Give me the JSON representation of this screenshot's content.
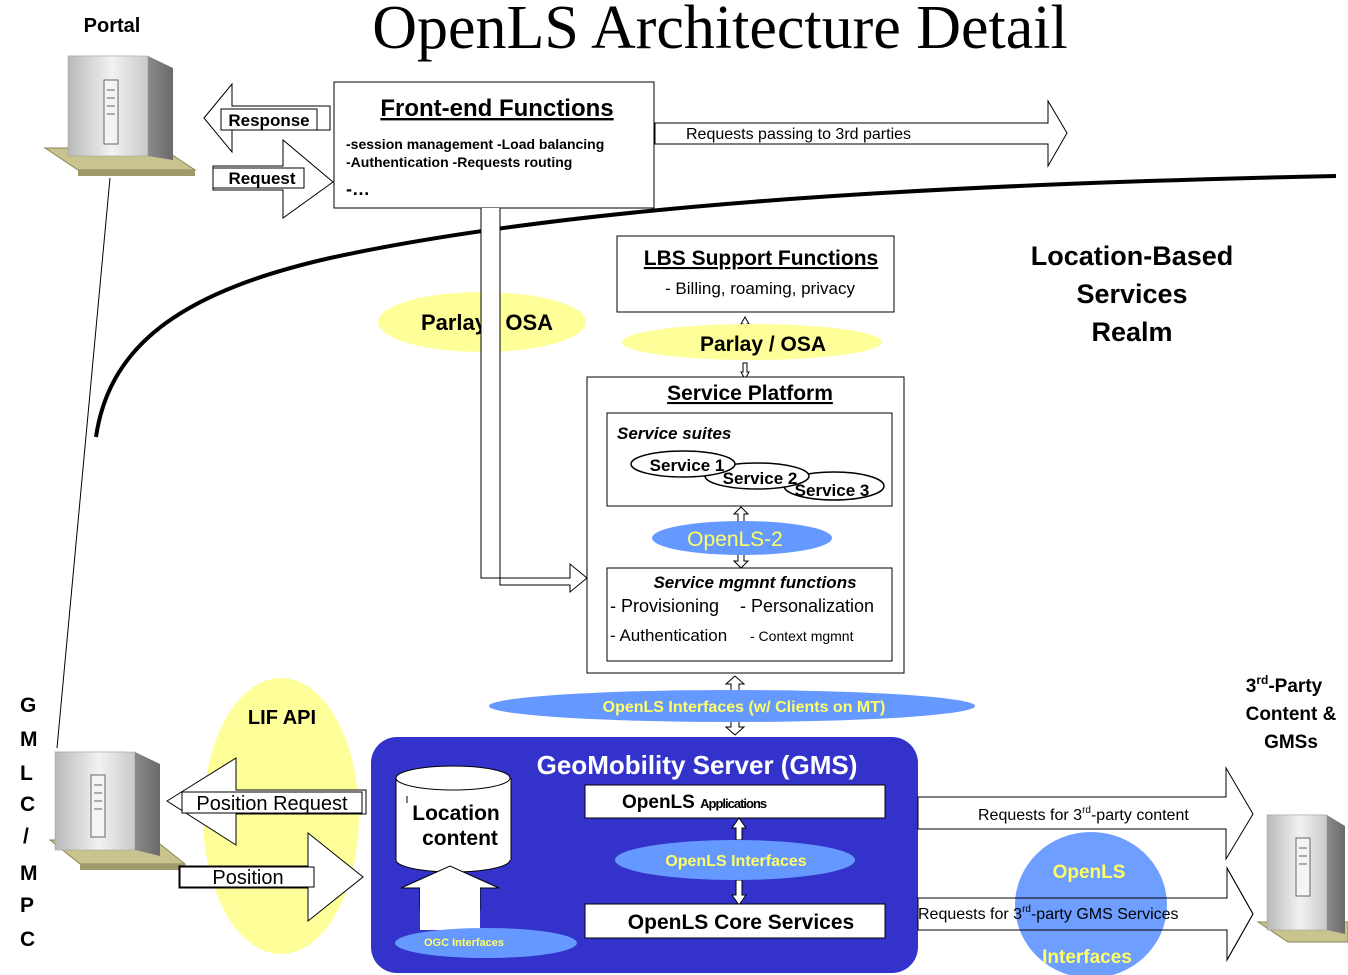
{
  "title": "OpenLS Architecture Detail",
  "portal": {
    "label": "Portal"
  },
  "frontend": {
    "title": "Front-end Functions",
    "line1": "-session management -Load balancing",
    "line2": "-Authentication -Requests routing",
    "line3": "-…"
  },
  "arrows": {
    "response": "Response",
    "request": "Request",
    "third_parties": "Requests passing to 3rd parties",
    "position_request": "Position Request",
    "position": "Position"
  },
  "parlay_left": "Parlay / OSA",
  "parlay_right": "Parlay / OSA",
  "lbs": {
    "title": "LBS Support Functions",
    "line": "- Billing, roaming, privacy"
  },
  "realm": {
    "line1": "Location-Based",
    "line2": "Services",
    "line3": "Realm"
  },
  "platform": {
    "title": "Service Platform",
    "suites_title": "Service suites",
    "service1": "Service 1",
    "service2": "Service 2",
    "service3": "Service 3",
    "openls2": "OpenLS-2",
    "mgmt_title": "Service mgmnt functions",
    "provisioning": "- Provisioning",
    "personalization": "- Personalization",
    "authentication": "- Authentication",
    "context": "- Context mgmnt"
  },
  "openls_interfaces_clients": "OpenLS Interfaces (w/ Clients on MT)",
  "gmlc": {
    "letters": [
      "G",
      "M",
      "L",
      "C",
      "/",
      "M",
      "P",
      "C"
    ]
  },
  "lif_api": "LIF API",
  "gms": {
    "title": "GeoMobility Server (GMS)",
    "location_line1": "Location",
    "location_line2": "content",
    "applications_a": "OpenLS ",
    "applications_b": "Applications",
    "interfaces": "OpenLS Interfaces",
    "core": "OpenLS Core Services",
    "ogc": "OGC Interfaces"
  },
  "third_party": {
    "line1_pre": "3",
    "line1_sup": "rd",
    "line1_post": "-Party",
    "line2": "Content &",
    "line3": "GMSs",
    "content_pre": "Requests for 3",
    "content_sup": "rd",
    "content_post": "-party content",
    "gms_pre": "Requests for 3",
    "gms_sup": "rd",
    "gms_post": "-party GMS Services",
    "openls_top": "OpenLS",
    "openls_bottom": "Interfaces"
  },
  "colors": {
    "yellow": "#ffff99",
    "light_blue": "#6699ff",
    "gms_blue": "#3333cc",
    "ellipse_text_yellow": "#ffff66"
  }
}
